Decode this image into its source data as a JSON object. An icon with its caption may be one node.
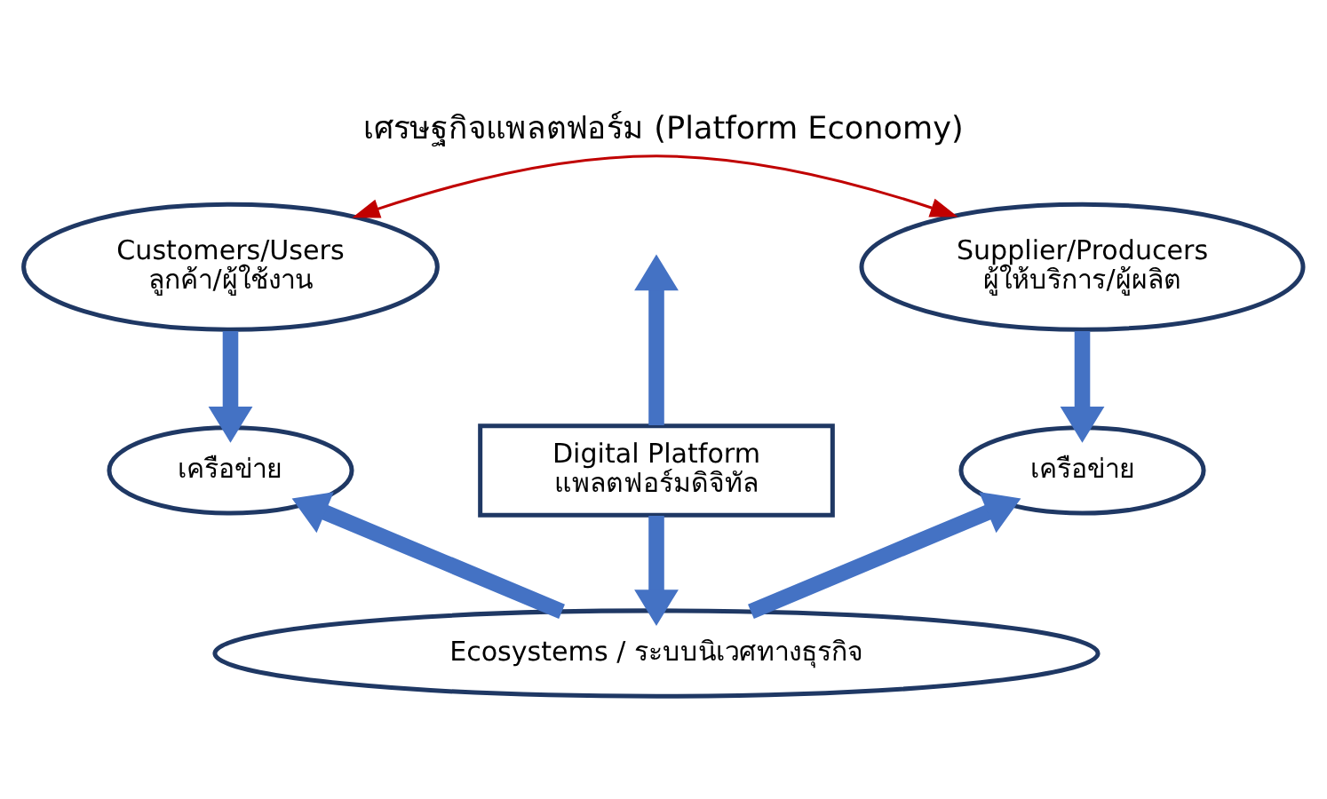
{
  "diagram": {
    "title": "เศรษฐกิจแพลตฟอร์ม (Platform Economy)",
    "nodes": [
      {
        "text": [
          "Customers/Users",
          "ลูกค้า/ผู้ใช้งาน"
        ]
      },
      {
        "text": [
          "Supplier/Producers",
          "ผู้ให้บริการ/ผู้ผลิต"
        ]
      },
      {
        "text": [
          "เครือข่าย"
        ]
      },
      {
        "text": [
          "Digital Platform",
          "แพลตฟอร์มดิจิทัล"
        ]
      },
      {
        "text": [
          "เครือข่าย"
        ]
      },
      {
        "text": [
          "Ecosystems / ระบบนิเวศทางธุรกิจ"
        ]
      }
    ],
    "edges": [
      {
        "from": 0,
        "to": 1,
        "arrow": "both",
        "color": "#c00000"
      },
      {
        "from": 0,
        "to": 2,
        "arrow": "to"
      },
      {
        "from": 3,
        "to": null,
        "arrow": "to"
      },
      {
        "from": 1,
        "to": 4,
        "arrow": "to"
      },
      {
        "from": 3,
        "to": 5,
        "arrow": "to"
      },
      {
        "from": 5,
        "to": 2,
        "arrow": "to"
      },
      {
        "from": 5,
        "to": 4,
        "arrow": "to"
      }
    ]
  }
}
